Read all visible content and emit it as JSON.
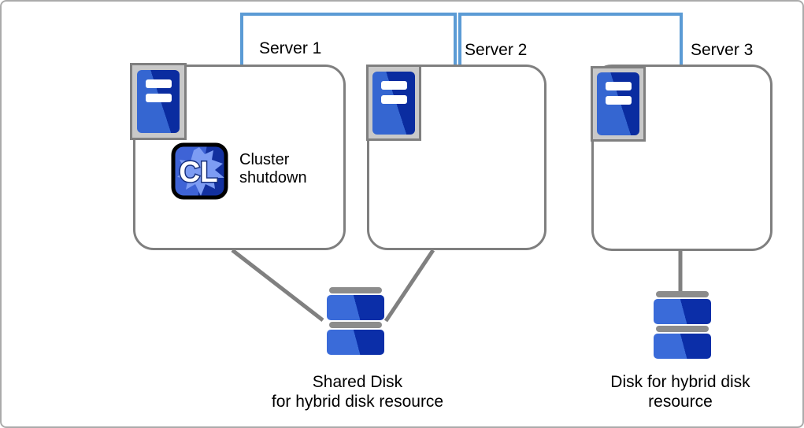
{
  "servers": [
    {
      "label": "Server 1",
      "icon": "server-tower-icon"
    },
    {
      "label": "Server 2",
      "icon": "server-tower-icon"
    },
    {
      "label": "Server 3",
      "icon": "server-tower-icon"
    }
  ],
  "server1_annotation": {
    "icon": "expresscluster-cl-logo-icon",
    "logo_text": "CL",
    "lines": [
      "Cluster",
      "shutdown"
    ]
  },
  "disks": [
    {
      "icon": "disk-stack-icon",
      "label_lines": [
        "Shared Disk",
        "for hybrid disk resource"
      ]
    },
    {
      "icon": "disk-stack-icon",
      "label_lines": [
        "Disk for hybrid disk",
        "resource"
      ]
    }
  ],
  "colors": {
    "interconnect_line": "#5B9BD5",
    "connector_line": "#808080",
    "box_border": "#7F7F7F",
    "icon_frame_gray": "#C9C9C9",
    "server_blue_light": "#3566D1",
    "server_blue_dark": "#0A2CA0",
    "disk_blue_light": "#3A6BD9",
    "disk_blue_dark": "#0B2EA8",
    "disk_bar_gray": "#8C8C8C"
  }
}
